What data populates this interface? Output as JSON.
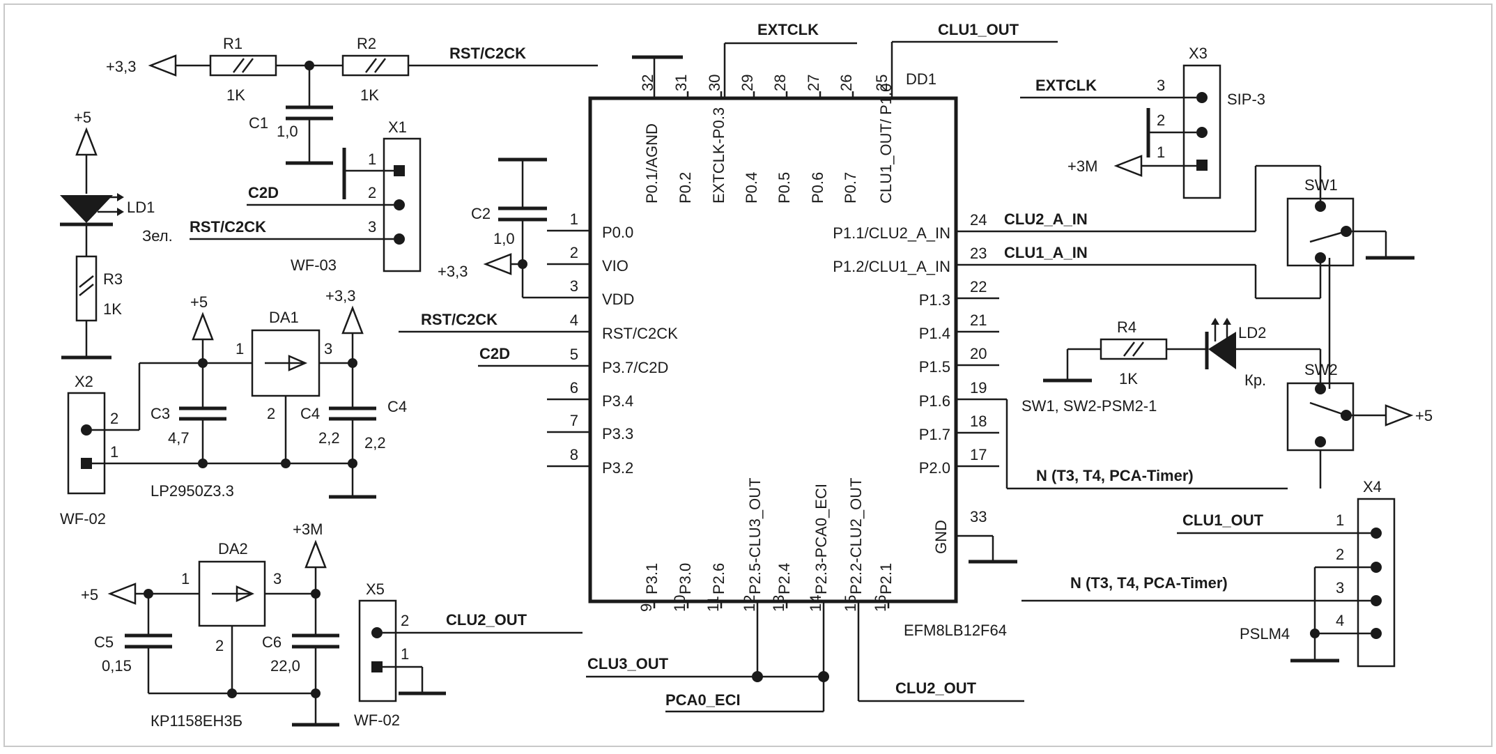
{
  "mcu": {
    "ref": "DD1",
    "part": "EFM8LB12F64"
  },
  "top_pins": [
    {
      "num": "32",
      "name": "P0.1/AGND"
    },
    {
      "num": "31",
      "name": "P0.2"
    },
    {
      "num": "30",
      "name": "EXTCLK-P0.3"
    },
    {
      "num": "29",
      "name": "P0.4"
    },
    {
      "num": "28",
      "name": "P0.5"
    },
    {
      "num": "27",
      "name": "P0.6"
    },
    {
      "num": "26",
      "name": "P0.7"
    },
    {
      "num": "25",
      "name": "CLU1_OUT/ P1.0"
    }
  ],
  "left_pins": [
    {
      "num": "1",
      "name": "P0.0"
    },
    {
      "num": "2",
      "name": "VIO"
    },
    {
      "num": "3",
      "name": "VDD"
    },
    {
      "num": "4",
      "name": "RST/C2CK"
    },
    {
      "num": "5",
      "name": "P3.7/C2D"
    },
    {
      "num": "6",
      "name": "P3.4"
    },
    {
      "num": "7",
      "name": "P3.3"
    },
    {
      "num": "8",
      "name": "P3.2"
    }
  ],
  "right_pins": [
    {
      "num": "24",
      "name": "P1.1/CLU2_A_IN"
    },
    {
      "num": "23",
      "name": "P1.2/CLU1_A_IN"
    },
    {
      "num": "22",
      "name": "P1.3"
    },
    {
      "num": "21",
      "name": "P1.4"
    },
    {
      "num": "20",
      "name": "P1.5"
    },
    {
      "num": "19",
      "name": "P1.6"
    },
    {
      "num": "18",
      "name": "P1.7"
    },
    {
      "num": "17",
      "name": "P2.0"
    },
    {
      "num": "33",
      "name": "GND"
    }
  ],
  "bottom_pins": [
    {
      "num": "9",
      "name": "P3.1"
    },
    {
      "num": "10",
      "name": "P3.0"
    },
    {
      "num": "11",
      "name": "P2.6"
    },
    {
      "num": "12",
      "name": "P2.5-CLU3_OUT"
    },
    {
      "num": "13",
      "name": "P2.4"
    },
    {
      "num": "14",
      "name": "P2.3-PCA0_ECI"
    },
    {
      "num": "15",
      "name": "P2.2-CLU2_OUT"
    },
    {
      "num": "16",
      "name": "P2.1"
    }
  ],
  "nets": {
    "rst_c2ck": "RST/C2CK",
    "c2d": "C2D",
    "extclk": "EXTCLK",
    "clu1_out": "CLU1_OUT",
    "clu2_out": "CLU2_OUT",
    "clu3_out": "CLU3_OUT",
    "pca0_eci": "PCA0_ECI",
    "clu2_a_in": "CLU2_A_IN",
    "clu1_a_in": "CLU1_A_IN",
    "n_timer": "N (T3, T4, PCA-Timer)"
  },
  "power": {
    "p33": "+3,3",
    "p5": "+5",
    "p3m": "+3M"
  },
  "components": {
    "r1": {
      "ref": "R1",
      "value": "1K"
    },
    "r2": {
      "ref": "R2",
      "value": "1K"
    },
    "r3": {
      "ref": "R3",
      "value": "1K"
    },
    "r4": {
      "ref": "R4",
      "value": "1K"
    },
    "c1": {
      "ref": "C1",
      "value": "1,0"
    },
    "c2": {
      "ref": "C2",
      "value": "1,0"
    },
    "c3": {
      "ref": "C3",
      "value": "4,7"
    },
    "c4": {
      "ref": "C4",
      "value": "2,2"
    },
    "c4b": "2,2",
    "c5": {
      "ref": "C5",
      "value": "0,15"
    },
    "c6": {
      "ref": "C6",
      "value": "22,0"
    },
    "ld1": {
      "ref": "LD1",
      "color": "Зел."
    },
    "ld2": {
      "ref": "LD2",
      "color": "Кр."
    },
    "da1": {
      "ref": "DA1",
      "part": "LP2950Z3.3"
    },
    "da2": {
      "ref": "DA2",
      "part": "КР1158ЕН3Б"
    },
    "x1": {
      "ref": "X1",
      "type": "WF-03"
    },
    "x2": {
      "ref": "X2",
      "type": "WF-02"
    },
    "x3": {
      "ref": "X3",
      "type": "SIP-3"
    },
    "x4": {
      "ref": "X4",
      "type": "PSLM4"
    },
    "x5": {
      "ref": "X5",
      "type": "WF-02"
    },
    "sw1": {
      "ref": "SW1"
    },
    "sw2": {
      "ref": "SW2"
    },
    "sw_note": "SW1, SW2-PSM2-1"
  },
  "pin_numbers": {
    "n1": "1",
    "n2": "2",
    "n3": "3",
    "n4": "4"
  }
}
